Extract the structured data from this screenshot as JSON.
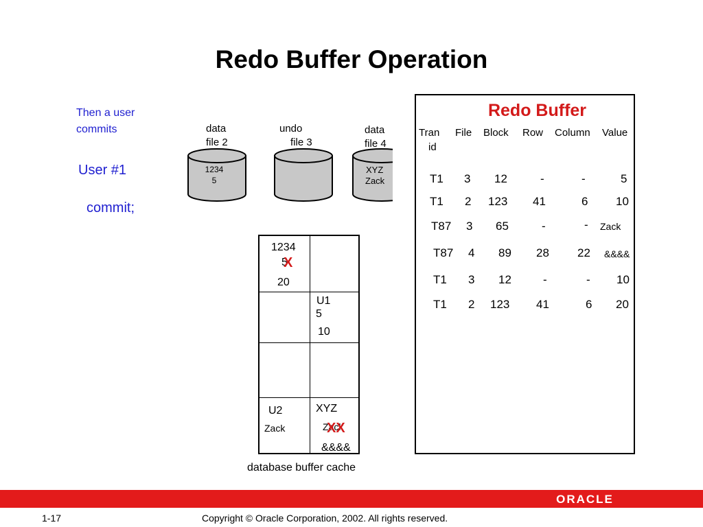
{
  "title": "Redo Buffer Operation",
  "left": {
    "note_line1": "Then a user",
    "note_line2": "commits",
    "user": "User #1",
    "command": "commit;"
  },
  "files": {
    "f2_label1": "data",
    "f2_label2": "file 2",
    "f2_content1": "1234",
    "f2_content2": "5",
    "f3_label1": "undo",
    "f3_label2": "file 3",
    "f4_label1": "data",
    "f4_label2": "file 4",
    "f4_content1": "XYZ",
    "f4_content2": "Zack"
  },
  "redo": {
    "title": "Redo Buffer",
    "headers": [
      "Tran",
      "id",
      "File",
      "Block",
      "Row",
      "Column",
      "Value"
    ],
    "rows": [
      [
        "T1",
        "3",
        "12",
        "-",
        "-",
        "5"
      ],
      [
        "T1",
        "2",
        "123",
        "41",
        "6",
        "10"
      ],
      [
        "T87",
        "3",
        "65",
        "-",
        "-",
        "Zack"
      ],
      [
        "T87",
        "4",
        "89",
        "28",
        "22",
        "&&&&"
      ],
      [
        "T1",
        "3",
        "12",
        "-",
        "-",
        "10"
      ],
      [
        "T1",
        "2",
        "123",
        "41",
        "6",
        "20"
      ]
    ]
  },
  "cache": {
    "c1_a": "1234",
    "c1_b": "5",
    "c1_x": "X",
    "c1_c": "20",
    "u1": "U1",
    "u1_v1": "5",
    "u1_v2": "10",
    "u2": "U2",
    "u2_v": "Zack",
    "c4_a": "XYZ",
    "c4_b": "Zack",
    "c4_x": "XX",
    "c4_c": "&&&&",
    "caption": "database buffer cache"
  },
  "footer": {
    "page": "1-17",
    "copyright": "Copyright © Oracle Corporation, 2002. All rights reserved.",
    "logo": "ORACLE"
  },
  "colors": {
    "blue": "#1f1fd0",
    "red": "#d31a1a",
    "cylinder": "#c8c8c8"
  }
}
